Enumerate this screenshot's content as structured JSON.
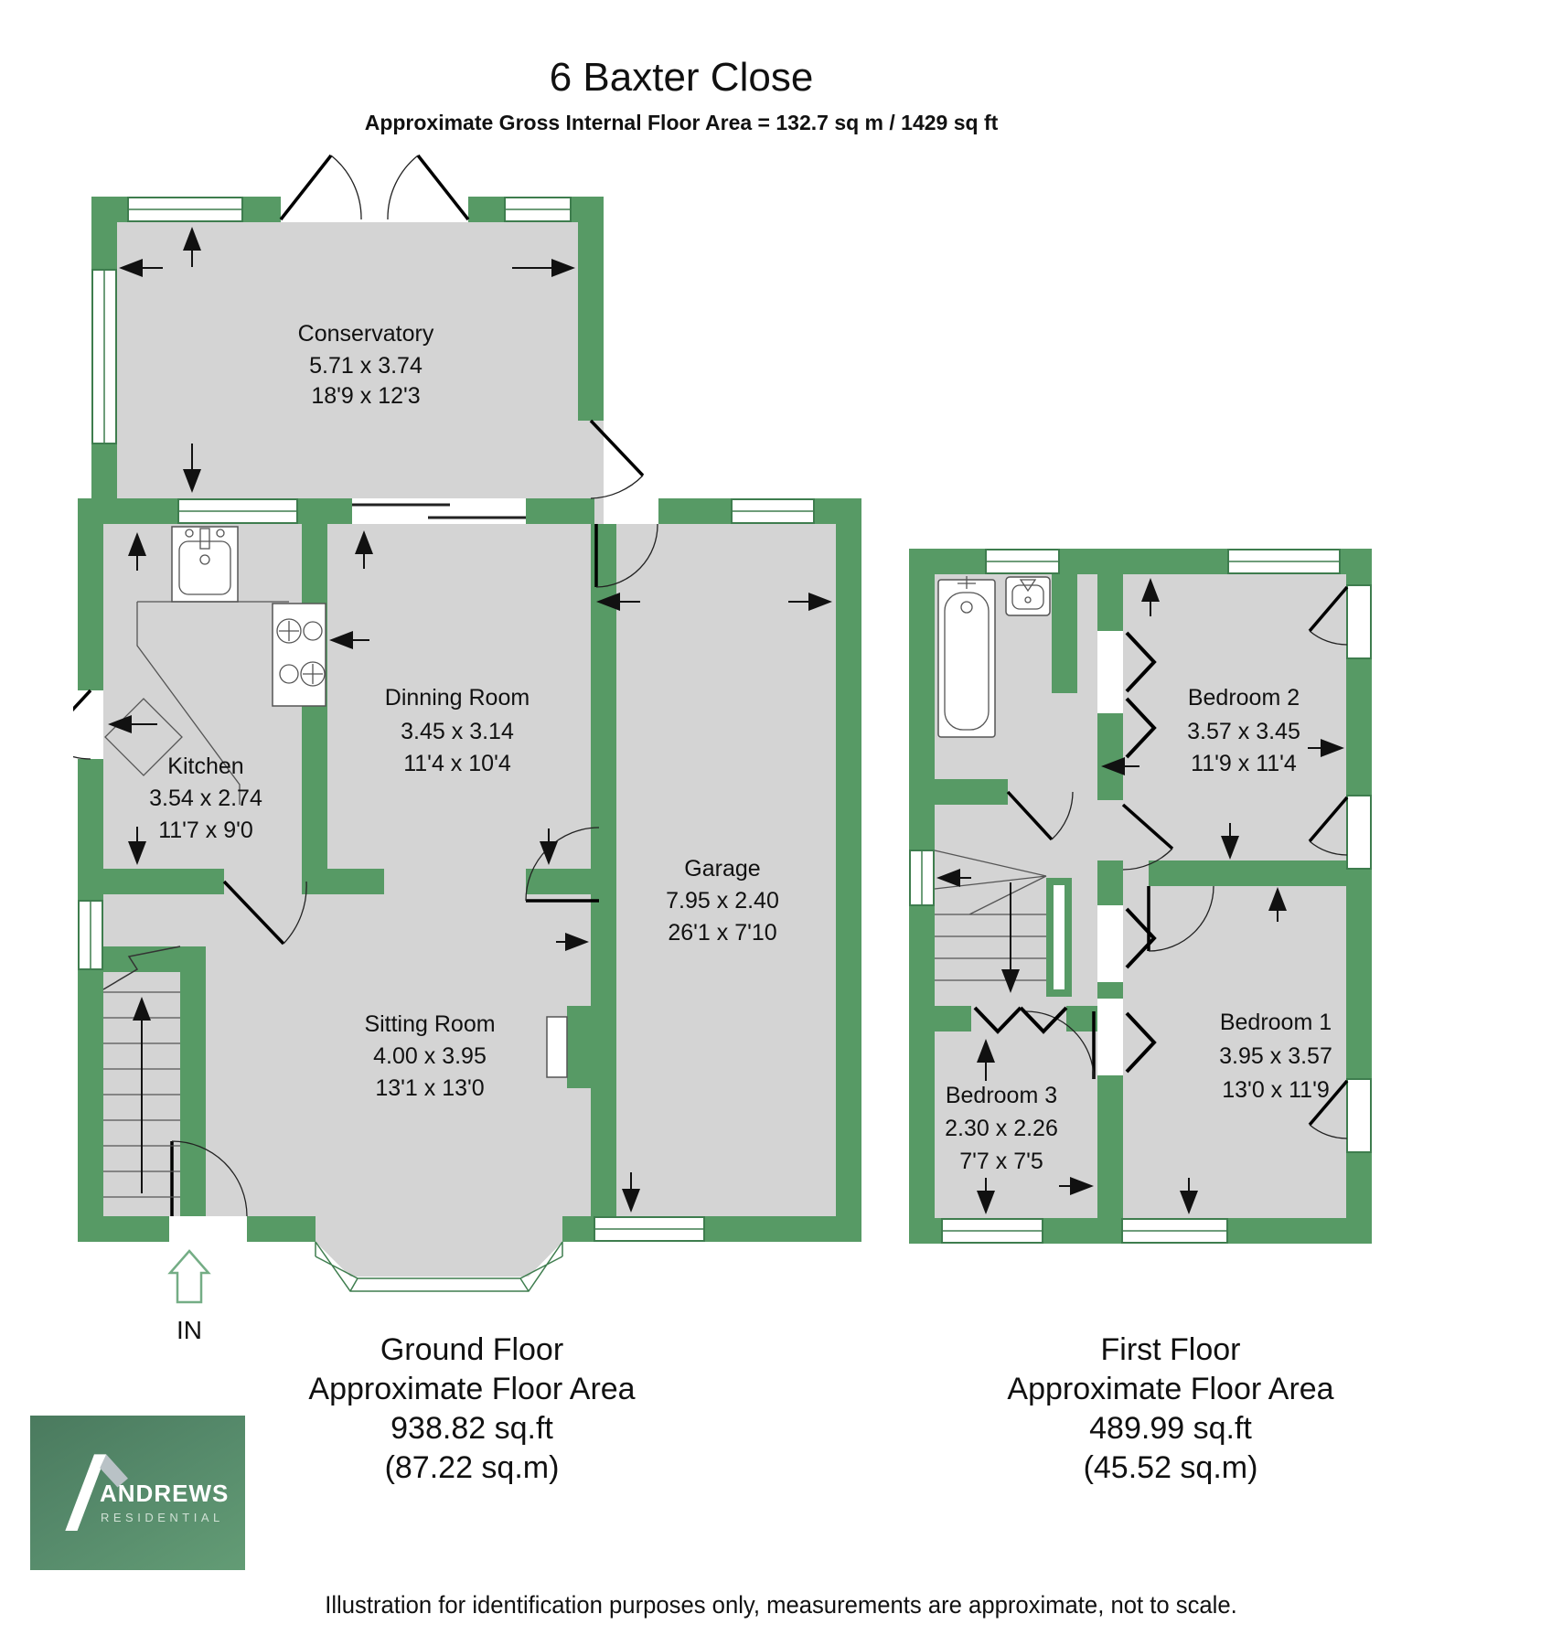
{
  "header": {
    "title": "6 Baxter Close",
    "subtitle": "Approximate Gross Internal Floor Area  =  132.7 sq m  / 1429 sq ft"
  },
  "ground_floor": {
    "rooms": [
      {
        "name": "Conservatory",
        "metric": "5.71 x 3.74",
        "imperial": "18'9 x 12'3"
      },
      {
        "name": "Kitchen",
        "metric": "3.54 x 2.74",
        "imperial": "11'7 x 9'0"
      },
      {
        "name": "Dinning Room",
        "metric": "3.45 x 3.14",
        "imperial": "11'4 x 10'4"
      },
      {
        "name": "Garage",
        "metric": "7.95 x 2.40",
        "imperial": "26'1 x 7'10"
      },
      {
        "name": "Sitting Room",
        "metric": "4.00 x 3.95",
        "imperial": "13'1 x 13'0"
      }
    ],
    "entrance_label": "IN",
    "caption": {
      "line1": "Ground Floor",
      "line2": "Approximate Floor Area",
      "line3": "938.82 sq.ft",
      "line4": "(87.22 sq.m)"
    }
  },
  "first_floor": {
    "rooms": [
      {
        "name": "Bedroom 2",
        "metric": "3.57 x 3.45",
        "imperial": "11'9 x 11'4"
      },
      {
        "name": "Bedroom 1",
        "metric": "3.95 x 3.57",
        "imperial": "13'0 x 11'9"
      },
      {
        "name": "Bedroom 3",
        "metric": "2.30 x 2.26",
        "imperial": "7'7 x 7'5"
      }
    ],
    "caption": {
      "line1": "First Floor",
      "line2": "Approximate Floor Area",
      "line3": "489.99 sq.ft",
      "line4": "(45.52 sq.m)"
    }
  },
  "logo": {
    "brand": "ANDREWS",
    "sub": "RESIDENTIAL"
  },
  "footer": {
    "disclaimer": "Illustration for identification purposes only, measurements are approximate, not to scale."
  },
  "colors": {
    "wall_green": "#579a65",
    "window_frame": "#3e7d4e",
    "floor_gray": "#d4d4d4",
    "logo_green_dark": "#4a7a5e",
    "logo_green_light": "#639c75",
    "line_black": "#111111"
  }
}
